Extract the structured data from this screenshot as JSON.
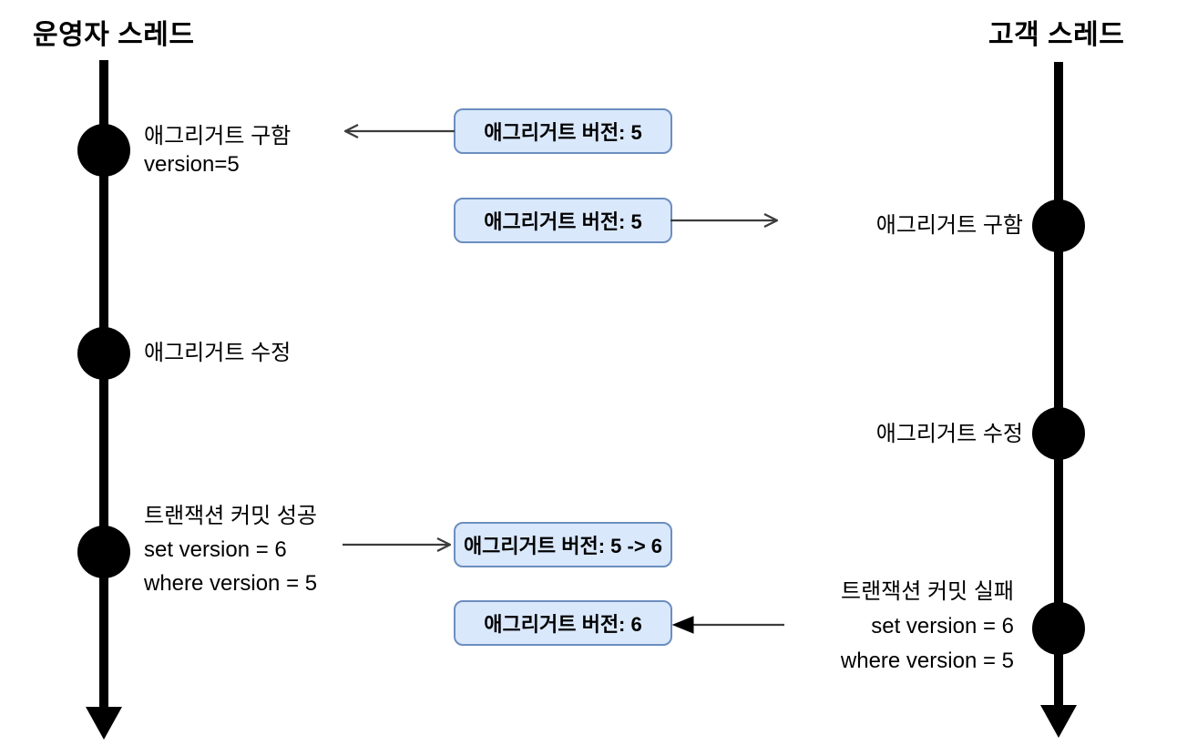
{
  "diagram": {
    "left_thread": {
      "title": "운영자 스레드",
      "events": [
        {
          "lines": [
            "애그리거트 구함",
            "version=5"
          ]
        },
        {
          "lines": [
            "애그리거트 수정"
          ]
        },
        {
          "lines": [
            "트랜잭션 커밋 성공",
            "set version = 6",
            "where version = 5"
          ]
        }
      ]
    },
    "right_thread": {
      "title": "고객 스레드",
      "events": [
        {
          "lines": [
            "애그리거트 구함"
          ]
        },
        {
          "lines": [
            "애그리거트 수정"
          ]
        },
        {
          "lines": [
            "트랜잭션 커밋 실패",
            "set version = 6",
            "where version = 5"
          ]
        }
      ]
    },
    "messages": [
      {
        "label": "애그리거트 버전: 5",
        "arrow_direction": "to-operator-thread",
        "arrowhead": "open"
      },
      {
        "label": "애그리거트 버전: 5",
        "arrow_direction": "to-customer-thread",
        "arrowhead": "open"
      },
      {
        "label": "애그리거트 버전: 5 -> 6",
        "arrow_direction": "from-operator-into-box",
        "arrowhead": "open"
      },
      {
        "label": "애그리거트 버전: 6",
        "arrow_direction": "from-customer-into-box",
        "arrowhead": "filled"
      }
    ],
    "colors": {
      "background": "#ffffff",
      "box_fill": "#dae8fc",
      "box_border": "#6c8ebf",
      "lifeline": "#000000",
      "arrow_stroke": "#3c3c3c",
      "text": "#000000"
    }
  }
}
